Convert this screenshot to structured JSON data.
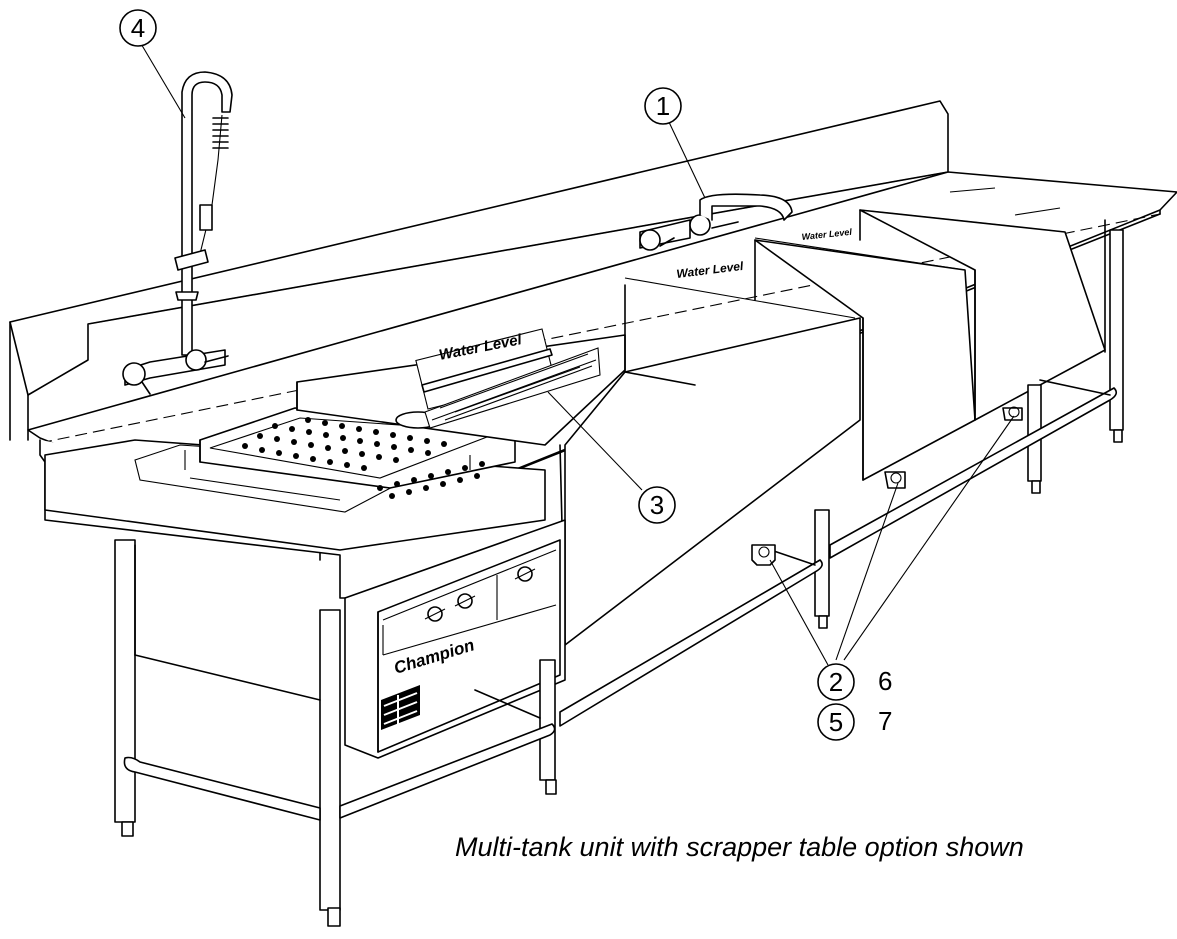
{
  "callouts": [
    {
      "number": "1"
    },
    {
      "number": "2"
    },
    {
      "number": "3"
    },
    {
      "number": "4"
    },
    {
      "number": "5"
    }
  ],
  "side_numbers": [
    "6",
    "7"
  ],
  "water_level_labels": [
    "Water Level",
    "Water Level",
    "Water Level"
  ],
  "brand": "Champion",
  "caption": "Multi-tank unit with scrapper table option shown"
}
